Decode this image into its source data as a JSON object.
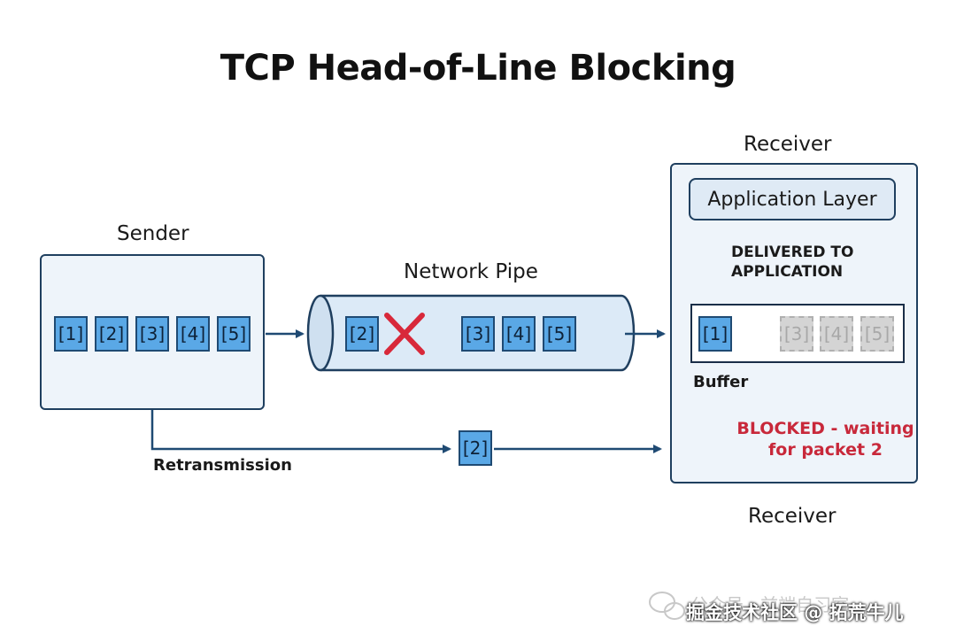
{
  "title": "TCP Head-of-Line Blocking",
  "sender": {
    "label": "Sender",
    "packets": [
      "[1]",
      "[2]",
      "[3]",
      "[4]",
      "[5]"
    ]
  },
  "network": {
    "label": "Network Pipe",
    "lost_packet": "[2]",
    "packets": [
      "[3]",
      "[4]",
      "[5]"
    ]
  },
  "retransmission": {
    "label": "Retransmission",
    "packet": "[2]"
  },
  "receiver": {
    "label_top": "Receiver",
    "label_bottom": "Receiver",
    "application_layer": "Application Layer",
    "delivered_line1": "DELIVERED TO",
    "delivered_line2": "APPLICATION",
    "buffer_label": "Buffer",
    "delivered_packet": "[1]",
    "waiting_packets": [
      "[3]",
      "[4]",
      "[5]"
    ],
    "blocked_line1": "BLOCKED - waiting",
    "blocked_line2": "for packet 2"
  },
  "watermark": {
    "line1": "公众号 · 前端自习室",
    "line2": "掘金技术社区 @ 拓荒牛儿"
  },
  "colors": {
    "packet_fill": "#5aa8e6",
    "arrow": "#1f4a73",
    "blocked": "#c8283a",
    "lost_x": "#d8283a"
  }
}
